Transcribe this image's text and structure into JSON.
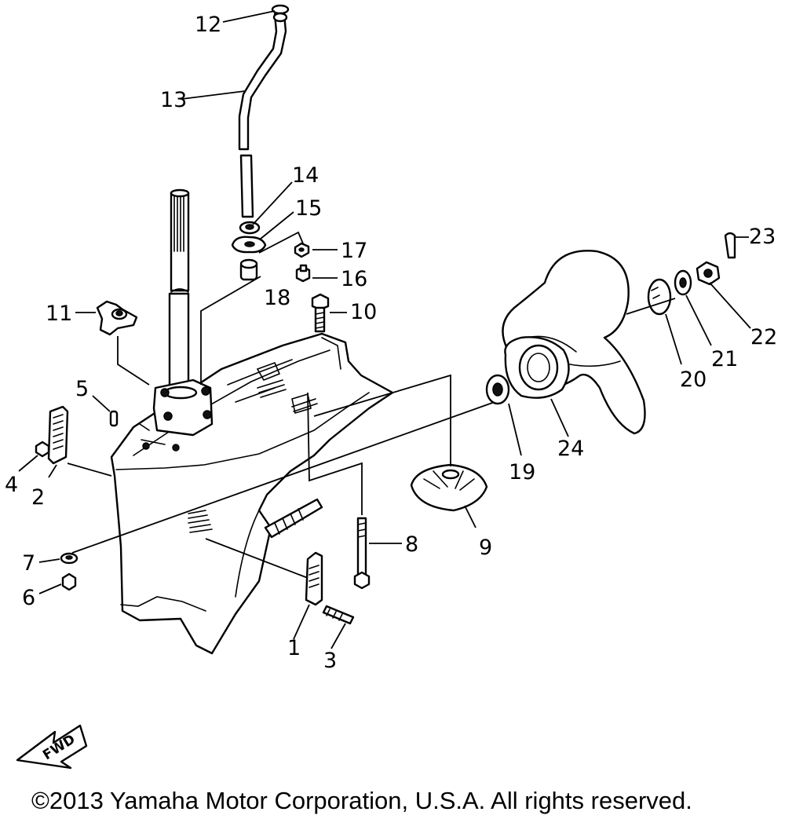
{
  "diagram": {
    "part_labels": {
      "p1": "1",
      "p2": "2",
      "p3": "3",
      "p4": "4",
      "p5": "5",
      "p6": "6",
      "p7": "7",
      "p8": "8",
      "p9": "9",
      "p10": "10",
      "p11": "11",
      "p12": "12",
      "p13": "13",
      "p14": "14",
      "p15": "15",
      "p16": "16",
      "p17": "17",
      "p18": "18",
      "p19": "19",
      "p20": "20",
      "p21": "21",
      "p22": "22",
      "p23": "23",
      "p24": "24"
    },
    "direction_marker": "FWD",
    "copyright": "©2013 Yamaha Motor Corporation, U.S.A. All rights reserved."
  }
}
